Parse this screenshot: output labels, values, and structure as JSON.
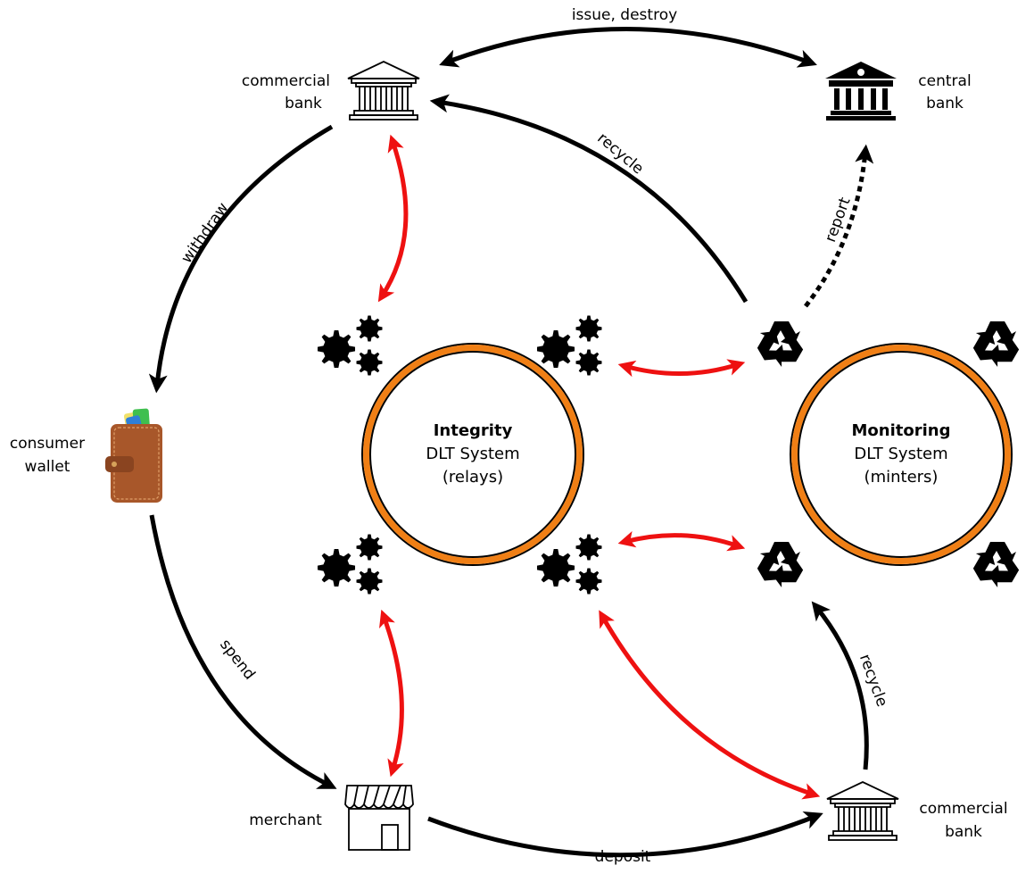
{
  "labels": {
    "issue_destroy": "issue, destroy",
    "recycle_top": "recycle",
    "report": "report",
    "withdraw": "withdraw",
    "spend": "spend",
    "deposit": "deposit",
    "recycle_bottom": "recycle"
  },
  "nodes": {
    "commercial_bank_top": [
      "commercial",
      "bank"
    ],
    "central_bank": [
      "central",
      "bank"
    ],
    "consumer_wallet": [
      "consumer",
      "wallet"
    ],
    "merchant": "merchant",
    "commercial_bank_bottom": [
      "commercial",
      "bank"
    ]
  },
  "systems": {
    "integrity": {
      "title": "Integrity",
      "line1": "DLT System",
      "line2": "(relays)"
    },
    "monitoring": {
      "title": "Monitoring",
      "line1": "DLT System",
      "line2": "(minters)"
    }
  },
  "icons": {
    "bank": "bank-icon",
    "central_bank": "central-bank-icon",
    "wallet": "wallet-icon",
    "store": "store-icon",
    "gears": "gears-icon",
    "recycle": "recycle-icon"
  },
  "colors": {
    "ring": "#f07f15",
    "red_arrow": "#ee1111",
    "black_arrow": "#000000",
    "wallet_leather": "#a8572a",
    "card_green": "#3fbf4f",
    "card_blue": "#2f7fd8",
    "card_yellow": "#f1e16a"
  }
}
